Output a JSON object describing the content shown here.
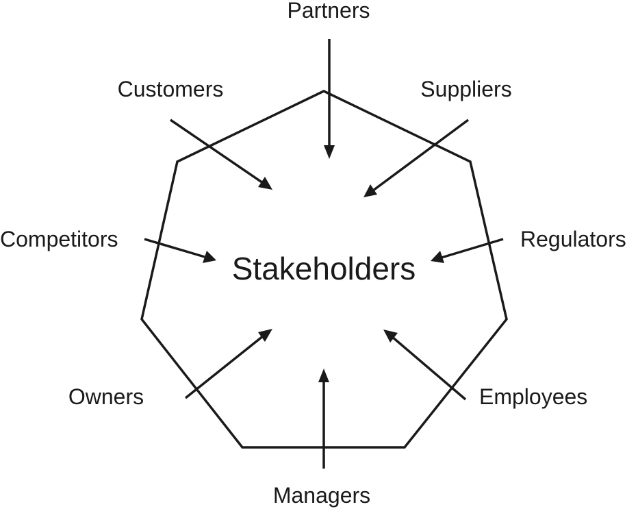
{
  "diagram": {
    "center": "Stakeholders",
    "stakeholders": [
      {
        "id": "partners",
        "label": "Partners"
      },
      {
        "id": "suppliers",
        "label": "Suppliers"
      },
      {
        "id": "regulators",
        "label": "Regulators"
      },
      {
        "id": "employees",
        "label": "Employees"
      },
      {
        "id": "managers",
        "label": "Managers"
      },
      {
        "id": "owners",
        "label": "Owners"
      },
      {
        "id": "competitors",
        "label": "Competitors"
      },
      {
        "id": "customers",
        "label": "Customers"
      }
    ]
  }
}
